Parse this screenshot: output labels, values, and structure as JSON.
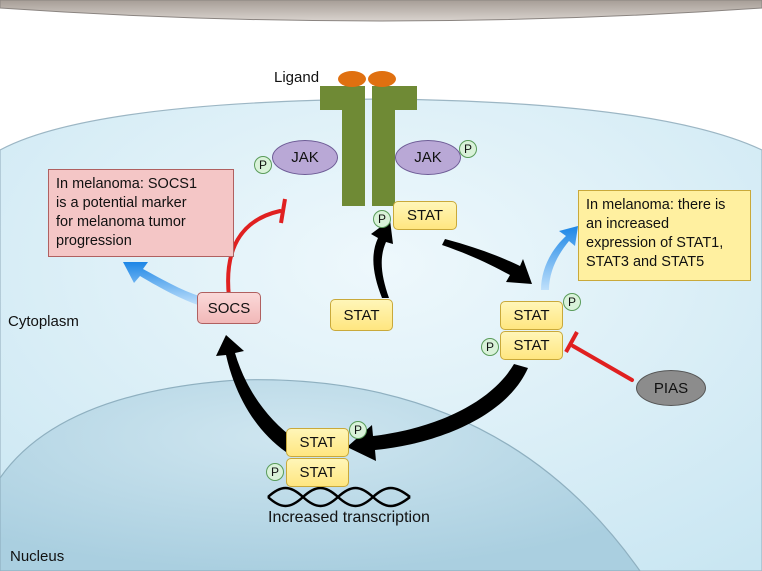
{
  "labels": {
    "ligand": "Ligand",
    "cytoplasm": "Cytoplasm",
    "nucleus": "Nucleus",
    "transcription": "Increased transcription"
  },
  "proteins": {
    "jak_left": "JAK",
    "jak_right": "JAK",
    "stat_receptor": "STAT",
    "stat_free": "STAT",
    "stat_dimer_top": "STAT",
    "stat_dimer_bottom": "STAT",
    "stat_nuclear_top": "STAT",
    "stat_nuclear_bottom": "STAT",
    "socs": "SOCS",
    "pias": "PIAS"
  },
  "phospho": "P",
  "notes": {
    "socs1": [
      "In melanoma: SOCS1",
      "is a potential marker",
      "for melanoma tumor",
      "progression"
    ],
    "stat": [
      "In melanoma: there is",
      "an increased",
      "expression of STAT1,",
      "STAT3 and STAT5"
    ]
  },
  "colors": {
    "stat_fill": "#ffe680",
    "socs_fill": "#f4c6c6",
    "jak_fill": "#b9a8d6",
    "pias_fill": "#8c8c8c",
    "receptor": "#6f8a35",
    "ligand": "#e07010",
    "inhibition": "#e02020",
    "annotation_arrow": "#2a8de8"
  }
}
